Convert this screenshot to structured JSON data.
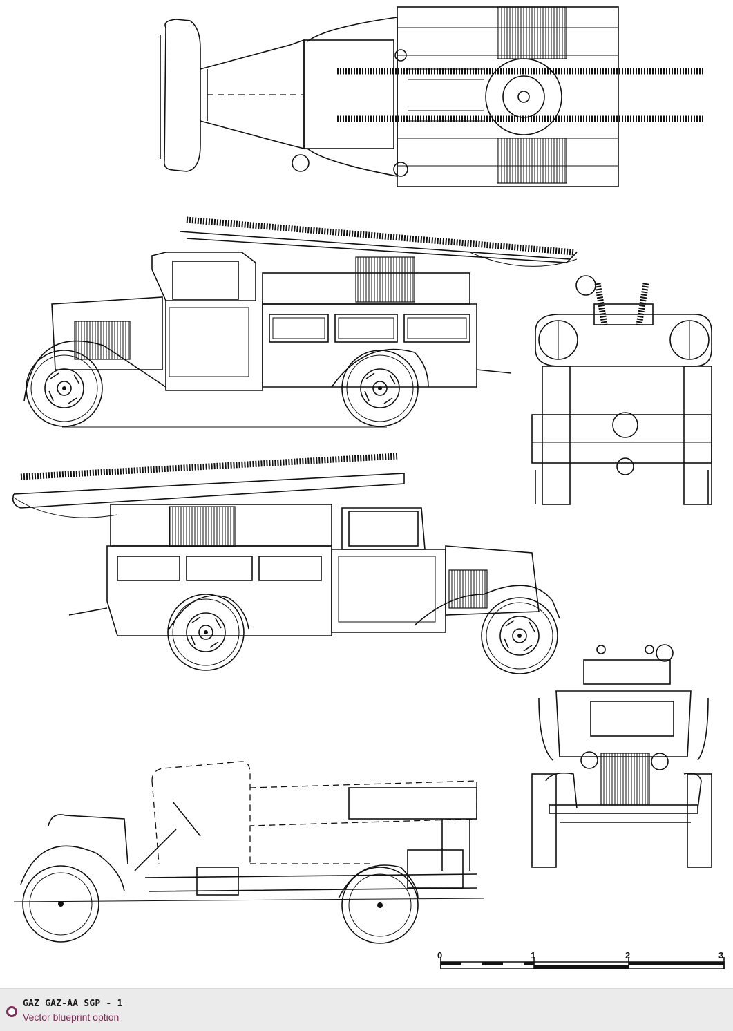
{
  "drawing": {
    "scale": {
      "ticks": [
        "0",
        "1",
        "2",
        "3"
      ]
    }
  },
  "footer": {
    "title": "GAZ GAZ-AA SGP - 1",
    "subtitle": "Vector blueprint option"
  },
  "colors": {
    "accent": "#7a2f56",
    "line": "#111111",
    "footer_bg": "#ebebeb"
  },
  "icons": {
    "footer_badge": "ring-icon"
  }
}
